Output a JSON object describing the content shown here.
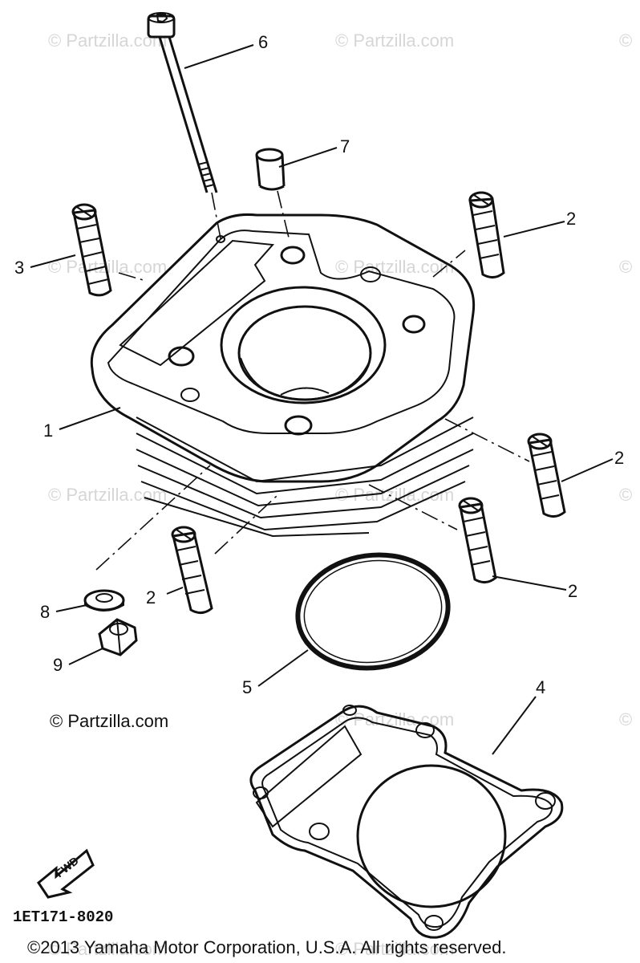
{
  "watermarks": [
    "© Partzilla.com",
    "© Partzilla.com",
    "©",
    "© Partzilla.com",
    "© Partzilla.com",
    "©",
    "© Partzilla.com",
    "© Partzilla.com",
    "©",
    "© Partzilla.com",
    "©",
    "© Partzilla.com",
    "© Partzilla.com"
  ],
  "watermark_main": "© Partzilla.com",
  "callouts": {
    "c1": "1",
    "c2a": "2",
    "c2b": "2",
    "c2c": "2",
    "c2d": "2",
    "c3": "3",
    "c4": "4",
    "c5": "5",
    "c6": "6",
    "c7": "7",
    "c8": "8",
    "c9": "9"
  },
  "fwd_label": "FWD",
  "diagram_code": "1ET171-8020",
  "copyright": "©2013 Yamaha Motor Corporation, U.S.A. All rights reserved."
}
